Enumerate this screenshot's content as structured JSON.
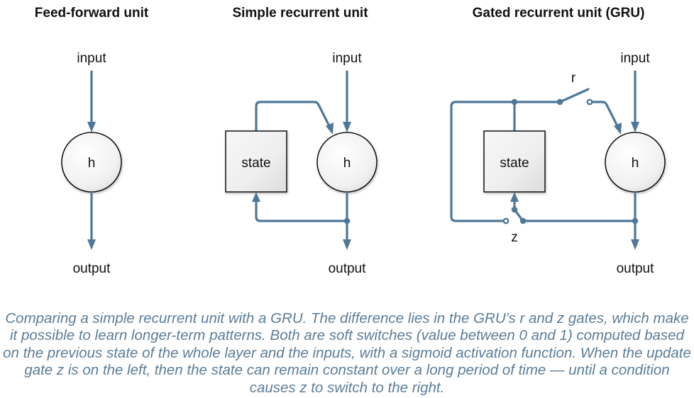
{
  "panels": [
    {
      "title": "Feed-forward unit",
      "input_label": "input",
      "output_label": "output",
      "node_label": "h"
    },
    {
      "title": "Simple recurrent unit",
      "input_label": "input",
      "output_label": "output",
      "node_label": "h",
      "state_label": "state"
    },
    {
      "title": "Gated recurrent unit (GRU)",
      "input_label": "input",
      "output_label": "output",
      "node_label": "h",
      "state_label": "state",
      "reset_gate_label": "r",
      "update_gate_label": "z"
    }
  ],
  "colors": {
    "wire": "#4f7797",
    "caption": "#5b7d99",
    "text": "#111111"
  },
  "caption": "Comparing a simple recurrent unit with a GRU. The difference lies in the GRU's r and z gates, which make it possible to learn longer-term patterns. Both are soft switches (value between 0 and 1) computed based on the previous state of the whole layer and the inputs, with a sigmoid activation function. When the update gate z is on the left, then the state can remain constant over a long period of time — until a condition causes z to switch to the right."
}
